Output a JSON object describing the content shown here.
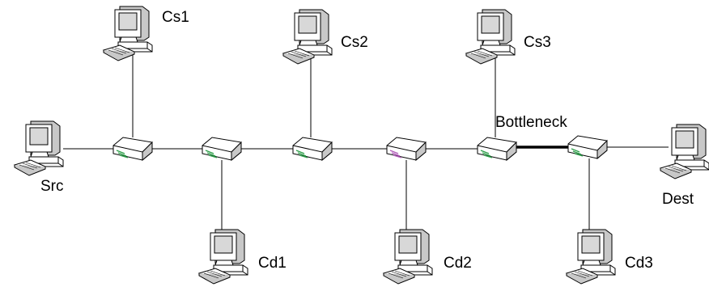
{
  "diagram": {
    "type": "network-topology",
    "labels": {
      "src": "Src",
      "dest": "Dest",
      "cs1": "Cs1",
      "cs2": "Cs2",
      "cs3": "Cs3",
      "cd1": "Cd1",
      "cd2": "Cd2",
      "cd3": "Cd3",
      "bottleneck": "Bottleneck"
    },
    "nodes": [
      {
        "id": "src",
        "kind": "computer"
      },
      {
        "id": "r1",
        "kind": "router"
      },
      {
        "id": "r2",
        "kind": "router"
      },
      {
        "id": "r3",
        "kind": "router"
      },
      {
        "id": "r4",
        "kind": "router"
      },
      {
        "id": "r5",
        "kind": "router"
      },
      {
        "id": "r6",
        "kind": "router"
      },
      {
        "id": "dest",
        "kind": "computer"
      },
      {
        "id": "cs1",
        "kind": "computer"
      },
      {
        "id": "cs2",
        "kind": "computer"
      },
      {
        "id": "cs3",
        "kind": "computer"
      },
      {
        "id": "cd1",
        "kind": "computer"
      },
      {
        "id": "cd2",
        "kind": "computer"
      },
      {
        "id": "cd3",
        "kind": "computer"
      }
    ],
    "links": [
      {
        "from": "src",
        "to": "r1"
      },
      {
        "from": "r1",
        "to": "r2"
      },
      {
        "from": "r2",
        "to": "r3"
      },
      {
        "from": "r3",
        "to": "r4"
      },
      {
        "from": "r4",
        "to": "r5"
      },
      {
        "from": "r5",
        "to": "r6",
        "bottleneck": true
      },
      {
        "from": "r6",
        "to": "dest"
      },
      {
        "from": "cs1",
        "to": "r1"
      },
      {
        "from": "cs2",
        "to": "r3"
      },
      {
        "from": "cs3",
        "to": "r5"
      },
      {
        "from": "r2",
        "to": "cd1"
      },
      {
        "from": "r4",
        "to": "cd2"
      },
      {
        "from": "r6",
        "to": "cd3"
      }
    ],
    "colors": {
      "line": "#000000",
      "device_light": "#ffffff",
      "device_shade": "#c8c8c8",
      "screen": "#d8d8d8",
      "router_accent_green": "#2e9e4a",
      "router_accent_purple": "#b05ab8"
    }
  }
}
